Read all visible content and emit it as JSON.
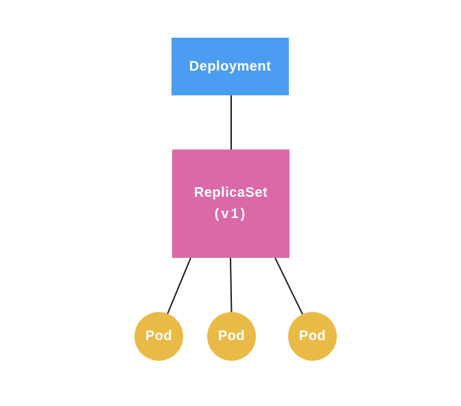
{
  "diagram": {
    "background_color": "#FFFFFF",
    "edge_color": "#1C1C1C",
    "label_color": "#FFFFFF",
    "nodes": {
      "deployment": {
        "label": "Deployment",
        "shape": "rectangle",
        "color": "#4A9DF3"
      },
      "replicaset": {
        "label": "ReplicaSet",
        "sublabel": "(v1)",
        "shape": "rectangle",
        "color": "#DB69A6"
      },
      "pod1": {
        "label": "Pod",
        "shape": "circle",
        "color": "#EABA47"
      },
      "pod2": {
        "label": "Pod",
        "shape": "circle",
        "color": "#EABA47"
      },
      "pod3": {
        "label": "Pod",
        "shape": "circle",
        "color": "#EABA47"
      }
    },
    "edges": [
      {
        "from": "deployment",
        "to": "replicaset"
      },
      {
        "from": "replicaset",
        "to": "pod1"
      },
      {
        "from": "replicaset",
        "to": "pod2"
      },
      {
        "from": "replicaset",
        "to": "pod3"
      }
    ]
  }
}
